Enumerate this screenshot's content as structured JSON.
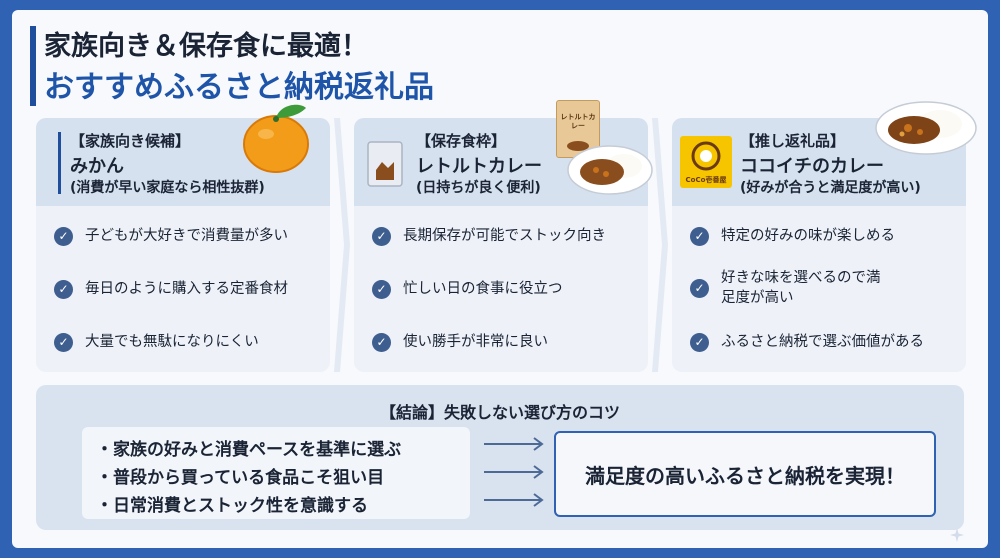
{
  "header": {
    "title_line1": "家族向き＆保存食に最適！",
    "title_line2": "おすすめふるさと納税返礼品"
  },
  "cards": [
    {
      "tag": "【家族向き候補】",
      "name": "みかん",
      "sub": "(消費が早い家庭なら相性抜群)",
      "illustration": "mandarin-orange",
      "points": [
        "子どもが大好きで消費量が多い",
        "毎日のように購入する定番食材",
        "大量でも無駄になりにくい"
      ]
    },
    {
      "tag": "【保存食枠】",
      "name": "レトルトカレー",
      "sub": "(日持ちが良く便利)",
      "illustration": "retort-curry-pack",
      "pack_label": "レトルトカレー",
      "points": [
        "長期保存が可能でストック向き",
        "忙しい日の食事に役立つ",
        "使い勝手が非常に良い"
      ]
    },
    {
      "tag": "【推し返礼品】",
      "name": "ココイチのカレー",
      "sub": "(好みが合うと満足度が高い)",
      "illustration": "coco-ichibanya-logo",
      "logo_text": "CoCo壱番屋",
      "points": [
        "特定の好みの味が楽しめる",
        "好きな味を選べるので満足度が高い",
        "ふるさと納税で選ぶ価値がある"
      ]
    }
  ],
  "conclusion": {
    "title": "【結論】失敗しない選び方のコツ",
    "lines": [
      "・家族の好みと消費ペースを基準に選ぶ",
      "・普段から買っている食品こそ狙い目",
      "・日常消費とストック性を意識する"
    ],
    "result": "満足度の高いふるさと納税を実現！"
  },
  "colors": {
    "brand_blue": "#1f55a8",
    "frame_blue": "#2f62b3",
    "card_header": "#d6e1ef",
    "check_icon": "#3e5e8f"
  }
}
